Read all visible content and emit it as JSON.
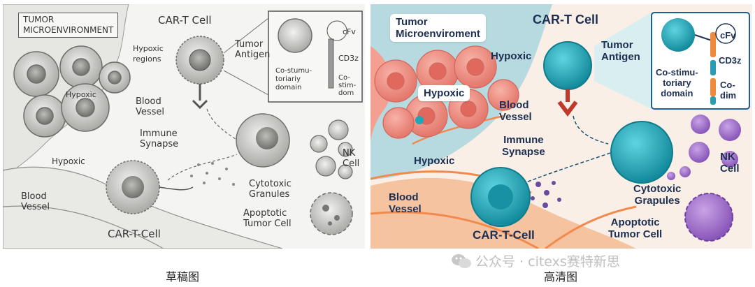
{
  "sketch": {
    "tumor_microenvironment": "TUMOR\nMICROENVIRONMENT",
    "car_t_cell_top": "CAR-T Cell",
    "hypoxic_regions": "Hypoxic\nregions",
    "tumor_antigen": "Tumor\nAntigen",
    "cfv": "cFv",
    "cd3z": "CD3z",
    "co_stim_domain": "Co-stumu-\ntoriariy\ndomain",
    "co_stim": "Co-\nstim-\ndom",
    "hypoxic_center": "Hypoxic",
    "blood_vessel_mid": "Blood\nVessel",
    "immune_synapse": "Immune\nSynapse",
    "nk_cell": "NK\nCell",
    "hypoxic_lower": "Hypoxic",
    "blood_vessel_left": "Blood\nVessel",
    "cytotoxic_granules": "Cytotoxic\nGranules",
    "apoptotic_tumor_cell": "Apoptotic\nTumor Cell",
    "car_t_cell_bottom": "CAR-T-Cell"
  },
  "hd": {
    "tumor_microenvironment": "Tumor\nMicroenviroment",
    "car_t_cell_top": "CAR-T Cell",
    "tumor_antigen": "Tumor\nAntigen",
    "cfv": "cFv",
    "cd3z": "CD3z",
    "co_stim_domain": "Co-stimu-\ntoriary\ndomain",
    "co_dim": "Co-\ndim",
    "hypoxic_top": "Hypoxic",
    "hypoxic_box": "Hypoxic",
    "blood_vessel_mid": "Blood\nVessel",
    "immune_synapse": "Immune\nSynapse",
    "nk_cell": "NK\nCell",
    "hypoxic_lower": "Hypoxic",
    "blood_vessel_left": "Blood\nVessel",
    "cytotoxic_granules": "Cytotoxic\nGrapules",
    "apoptotic_tumor_cell": "Apoptotic\nTumor Cell",
    "car_t_cell_bottom": "CAR-T-Cell"
  },
  "captions": {
    "left": "草稿图",
    "right": "高清图"
  },
  "watermark": "公众号 · citexs赛特新思",
  "colors": {
    "hd_cyan": "#1fa6b8",
    "hd_tumor": "#ee8f85",
    "hd_vessel": "#f28a4e",
    "hd_nk": "#9b6bc6",
    "hd_label": "#1d2f52"
  }
}
